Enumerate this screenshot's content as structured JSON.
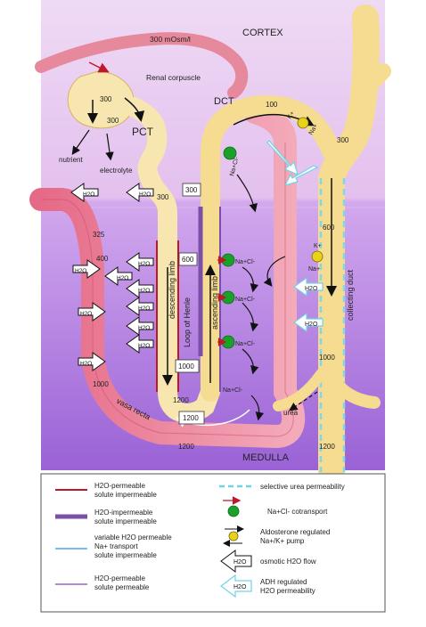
{
  "regions": {
    "cortex": "CORTEX",
    "medulla": "MEDULLA"
  },
  "labels": {
    "osmolarity_top": "300 mOsm/l",
    "renal_corpuscle": "Renal corpuscle",
    "pct": "PCT",
    "dct": "DCT",
    "nutrient": "nutrient",
    "electrolyte": "electrolyte",
    "descending_limb": "descending limb",
    "ascending_limb": "ascending limb",
    "loop_of_henle": "Loop of Henle",
    "collecting_duct": "collecting duct",
    "vasa_recta": "vasa recta",
    "urea": "urea",
    "h2o": "H2O",
    "nacl": "Na+Cl-",
    "k_plus": "K+",
    "na_plus": "Na+"
  },
  "values": {
    "v300": "300",
    "v325": "325",
    "v400": "400",
    "v600": "600",
    "v1000": "1000",
    "v1200": "1200",
    "v100": "100"
  },
  "legend": {
    "red_line": [
      "H2O-permeable",
      "solute impermeable"
    ],
    "purple_thick": [
      "H2O-impermeable",
      "solute impermeable"
    ],
    "blue_line": [
      "variable H2O permeable",
      "Na+ transport",
      "solute impermeable"
    ],
    "violet_line": [
      "H2O-permeable",
      "solute permeable"
    ],
    "dashed_cyan": "selective urea permeability",
    "cotransport": "Na+Cl- cotransport",
    "pump": [
      "Aldosterone regulated",
      "Na+/K+ pump"
    ],
    "osmotic": "osmotic H2O flow",
    "adh": [
      "ADH regulated",
      "H2O permeability"
    ]
  },
  "colors": {
    "cortex_bg": "#f0dcf4",
    "medulla_bg": "#c89ce8",
    "tubule": "#f7e6b0",
    "vessel": "#e06a86",
    "red": "#c0172a",
    "purple": "#7b4fa8",
    "green": "#1aa12a",
    "cyan": "#6fd3e8"
  }
}
